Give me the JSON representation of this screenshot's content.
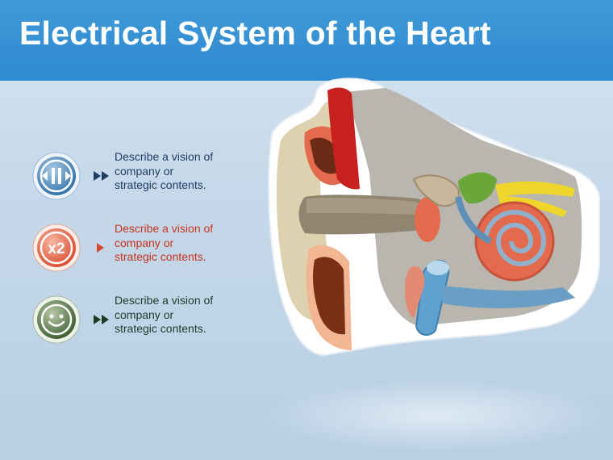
{
  "header": {
    "title": "Electrical System of the Heart"
  },
  "items": [
    {
      "icon": "pause-play-icon",
      "color": "#2e6fa3",
      "lines": [
        "Describe a vision of",
        "company or",
        "strategic contents."
      ]
    },
    {
      "icon": "x2-icon",
      "color": "#d9472b",
      "lines": [
        "Describe a vision of",
        "company or",
        "strategic contents."
      ]
    },
    {
      "icon": "smiley-icon",
      "color": "#3b5a2c",
      "lines": [
        "Describe a vision of",
        "company or",
        "strategic contents."
      ]
    }
  ],
  "icon_text": {
    "x2": "x2"
  }
}
